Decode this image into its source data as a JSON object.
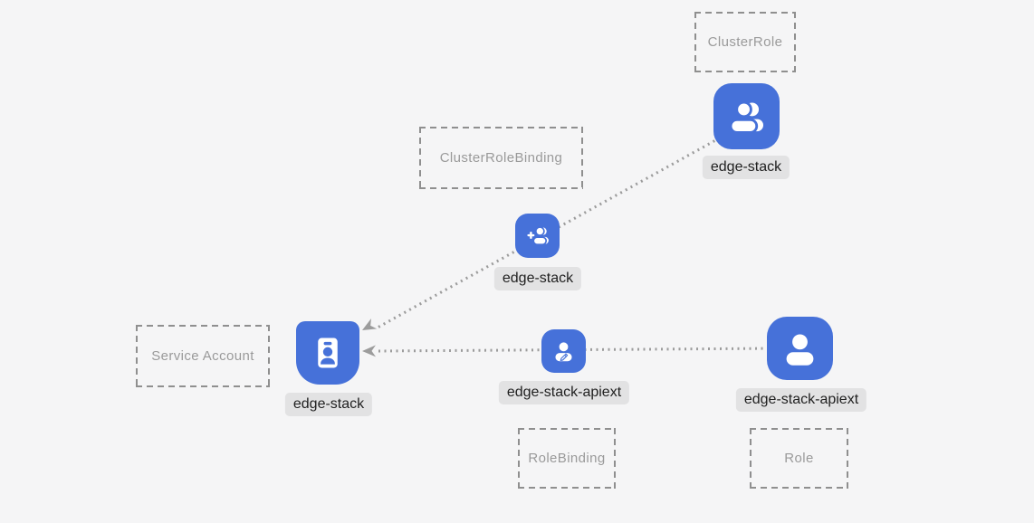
{
  "colors": {
    "bg": "#f5f5f6",
    "icon-blue": "#4671d9",
    "label-bg": "#e2e2e3",
    "label-text": "#212121",
    "box-border": "#8f8f8f",
    "box-text": "#9a9a9a",
    "connector": "#9c9c9c"
  },
  "diagram": {
    "type_boxes": {
      "cluster_role": "ClusterRole",
      "cluster_role_binding": "ClusterRoleBinding",
      "service_account": "Service Account",
      "role_binding": "RoleBinding",
      "role": "Role"
    },
    "nodes": {
      "cluster_role": {
        "label": "edge-stack",
        "icon": "people-icon"
      },
      "cluster_role_binding": {
        "label": "edge-stack",
        "icon": "person-add-icon"
      },
      "service_account": {
        "label": "edge-stack",
        "icon": "badge-icon"
      },
      "role_binding": {
        "label": "edge-stack-apiext",
        "icon": "person-edit-icon"
      },
      "role": {
        "label": "edge-stack-apiext",
        "icon": "person-icon"
      }
    }
  }
}
